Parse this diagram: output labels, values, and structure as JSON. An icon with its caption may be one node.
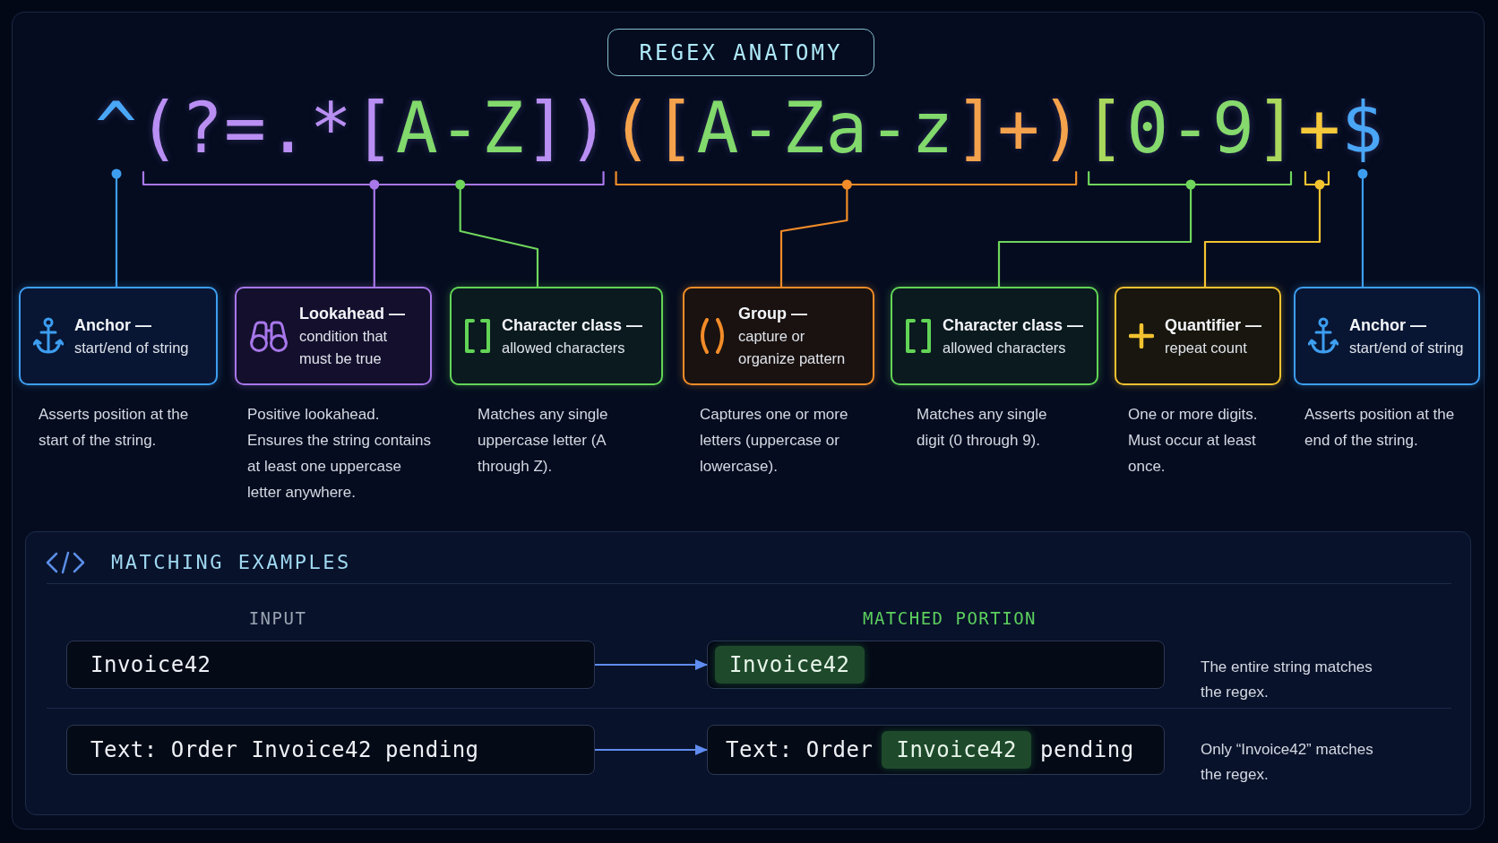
{
  "diagram": {
    "title": "REGEX ANATOMY",
    "nodes": [
      {
        "text": [
          "^"
        ]
      },
      {
        "text": [
          "(?=.*",
          ")"
        ]
      },
      {
        "text": [
          "[A-Z]"
        ],
        "in": 1
      },
      {
        "text": [
          "([A-Za-z]+)"
        ]
      },
      {
        "text": [
          "[0-9]"
        ]
      },
      {
        "text": [
          "+"
        ]
      },
      {
        "text": [
          "$"
        ]
      },
      {
        "text": [
          "Anchor —",
          "start/end of string"
        ],
        "beside": [
          "Asserts position at the start of the string."
        ]
      },
      {
        "text": [
          "Lookahead —",
          "condition that must be true"
        ],
        "beside": [
          "Positive lookahead. Ensures the string contains at least one uppercase letter anywhere."
        ]
      },
      {
        "text": [
          "Character class —",
          "allowed characters"
        ],
        "beside": [
          "Matches any single uppercase letter (A through Z)."
        ]
      },
      {
        "text": [
          "Group —",
          "capture or organize pattern"
        ],
        "beside": [
          "Captures one or more letters (uppercase or lowercase)."
        ]
      },
      {
        "text": [
          "Character class —",
          "allowed characters"
        ],
        "beside": [
          "Matches any single digit (0 through 9)."
        ]
      },
      {
        "text": [
          "Quantifier —",
          "repeat count"
        ],
        "beside": [
          "One or more digits. Must occur at least once."
        ]
      },
      {
        "text": [
          "Anchor —",
          "start/end of string"
        ],
        "beside": [
          "Asserts position at the end of the string."
        ]
      },
      {
        "text": [
          "MATCHING EXAMPLES"
        ]
      },
      {
        "text": [
          "Invoice42"
        ],
        "in": 14
      },
      {
        "text": [],
        "shape": "box",
        "in": 14,
        "beside": [
          "The entire string matches the regex."
        ]
      },
      {
        "text": [
          "Invoice42"
        ],
        "in": 16
      },
      {
        "text": [
          "Text: Order Invoice42 pending"
        ],
        "in": 14
      },
      {
        "text": [
          "Text: Order",
          "pending"
        ],
        "in": 14,
        "beside": [
          "Only “Invoice42” matches the regex."
        ]
      },
      {
        "text": [
          "Invoice42"
        ],
        "in": 19
      }
    ],
    "edges": [
      {
        "from": 0,
        "to": 7,
        "arrow": "other",
        "color": "#3d9ef0"
      },
      {
        "from": 1,
        "to": 8,
        "arrow": "other",
        "color": "#a877ea"
      },
      {
        "from": 2,
        "to": 9,
        "arrow": "other",
        "color": "#6fd65c"
      },
      {
        "from": 3,
        "to": 10,
        "arrow": "other",
        "color": "#f28c28"
      },
      {
        "from": 4,
        "to": 11,
        "arrow": "other",
        "color": "#6fd65c"
      },
      {
        "from": 5,
        "to": 12,
        "arrow": "other",
        "color": "#f4c430"
      },
      {
        "from": 6,
        "to": 13,
        "arrow": "other",
        "color": "#3d9ef0"
      },
      {
        "from": 15,
        "to": 16,
        "arrow": "to",
        "color": "#5f8cf0"
      },
      {
        "from": 18,
        "to": 19,
        "arrow": "to",
        "color": "#5f8cf0"
      }
    ],
    "labels": [
      "INPUT",
      "MATCHED PORTION"
    ]
  }
}
